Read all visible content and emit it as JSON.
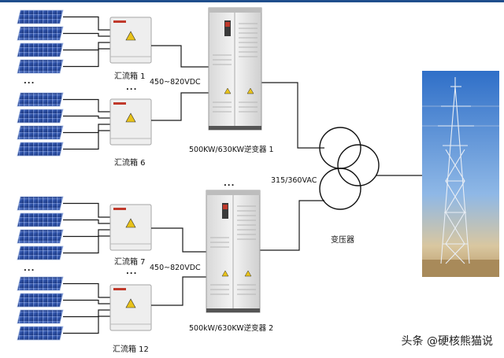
{
  "combiner_boxes": {
    "box1": "汇流箱 1",
    "box6": "汇流箱 6",
    "box7": "汇流箱 7",
    "box12": "汇流箱 12"
  },
  "dc_voltage": {
    "upper": "450~820VDC",
    "lower": "450~820VDC"
  },
  "inverters": {
    "inv1": "500KW/630KW逆变器 1",
    "inv2": "500kW/630KW逆变器 2"
  },
  "ac_voltage": "315/360VAC",
  "transformer": "变压器",
  "ellipsis": "...",
  "watermark": "头条 @硬核熊猫说",
  "colors": {
    "panel": "#2c4fa3",
    "wire": "#1a1a1a",
    "cabinet": "#ececec",
    "accent": "#1f4e8c"
  }
}
